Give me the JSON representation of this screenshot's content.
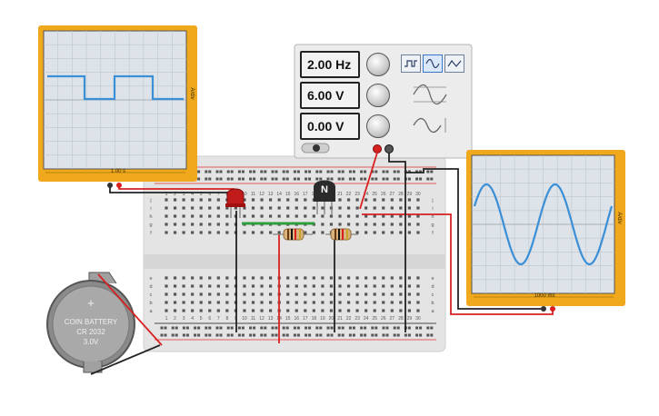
{
  "function_generator": {
    "frequency": "2.00 Hz",
    "amplitude": "6.00 V",
    "dc_offset": "0.00 V",
    "waveforms": [
      "square",
      "sine",
      "triangle"
    ],
    "selected_waveform": "sine"
  },
  "oscilloscope_left": {
    "timebase": "1.00 s",
    "side_label": "A/div"
  },
  "oscilloscope_right": {
    "timebase": "1000 ms",
    "side_label": "A/div"
  },
  "transistor": {
    "label": "N"
  },
  "battery": {
    "line1": "COIN BATTERY",
    "line2": "CR 2032",
    "line3": "3.0V"
  },
  "breadboard": {
    "column_numbers": [
      "1",
      "2",
      "3",
      "4",
      "5",
      "6",
      "7",
      "8",
      "9",
      "10",
      "11",
      "12",
      "13",
      "14",
      "15",
      "16",
      "17",
      "18",
      "19",
      "20",
      "21",
      "22",
      "23",
      "24",
      "25",
      "26",
      "27",
      "28",
      "29",
      "30"
    ],
    "rows_top": [
      "j",
      "i",
      "h",
      "g",
      "f"
    ],
    "rows_bottom": [
      "e",
      "d",
      "c",
      "b",
      "a"
    ]
  },
  "colors": {
    "scope_frame": "#f0a81c",
    "wire_red": "#d82020",
    "wire_black": "#222222",
    "wire_green": "#2f9e3f",
    "trace_blue": "#3a8fd6"
  }
}
